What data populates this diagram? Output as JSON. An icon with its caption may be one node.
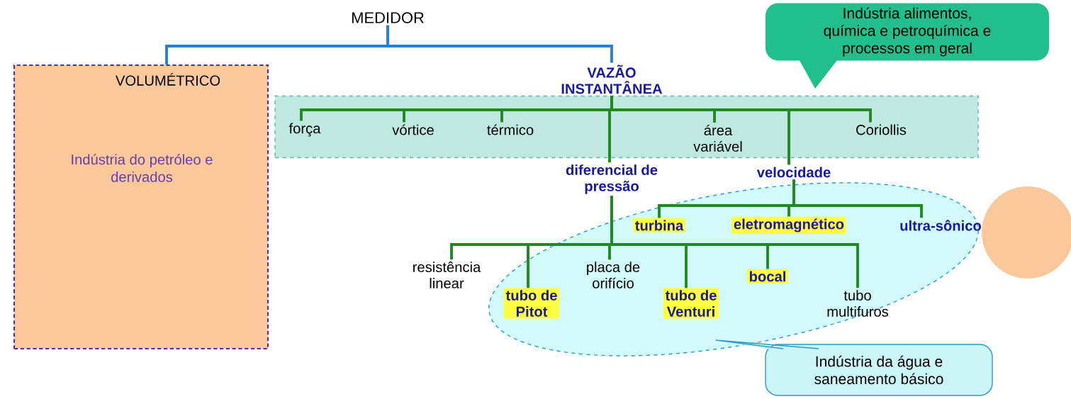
{
  "diagram": {
    "nodes": [
      {
        "text": [
          "MEDIDOR"
        ]
      },
      {
        "text": [
          "VOLUMÉTRICO",
          "Indústria do petróleo e derivados"
        ]
      },
      {
        "text": [
          "VAZÃO INSTANTÂNEA"
        ]
      },
      {
        "text": [],
        "shape": "box"
      },
      {
        "text": [
          "força"
        ],
        "in": 3
      },
      {
        "text": [
          "vórtice"
        ],
        "in": 3
      },
      {
        "text": [
          "térmico"
        ],
        "in": 3
      },
      {
        "text": [
          "área variável"
        ],
        "in": 3
      },
      {
        "text": [
          "Coriollis"
        ],
        "in": 3
      },
      {
        "text": [
          "diferencial de pressão"
        ]
      },
      {
        "text": [
          "velocidade"
        ]
      },
      {
        "text": [],
        "shape": "ellipse"
      },
      {
        "text": [
          "turbina"
        ],
        "in": 11
      },
      {
        "text": [
          "eletromagnético"
        ],
        "in": 11
      },
      {
        "text": [
          "ultra-sônico"
        ],
        "in": 11
      },
      {
        "text": [
          "resistência linear"
        ]
      },
      {
        "text": [
          "tubo de Pitot"
        ],
        "in": 11
      },
      {
        "text": [
          "placa de orifício"
        ],
        "in": 11
      },
      {
        "text": [
          "tubo de Venturi"
        ],
        "in": 11
      },
      {
        "text": [
          "bocal"
        ],
        "in": 11
      },
      {
        "text": [
          "tubo multifuros"
        ],
        "in": 11
      },
      {
        "text": [],
        "shape": "circle"
      },
      {
        "text": [
          "Indústria alimentos, química e petroquímica e processos em geral"
        ]
      },
      {
        "text": [
          "Indústria da água e saneamento básico"
        ]
      }
    ],
    "edges": [
      {
        "from": 0,
        "to": 1,
        "arrow": "none",
        "color": "#2a7fd4"
      },
      {
        "from": 0,
        "to": 2,
        "arrow": "none",
        "color": "#2a7fd4"
      },
      {
        "from": 2,
        "to": 4,
        "arrow": "none"
      },
      {
        "from": 2,
        "to": 5,
        "arrow": "none"
      },
      {
        "from": 2,
        "to": 6,
        "arrow": "none"
      },
      {
        "from": 2,
        "to": 7,
        "arrow": "none"
      },
      {
        "from": 2,
        "to": 8,
        "arrow": "none"
      },
      {
        "from": 2,
        "to": 9,
        "arrow": "none"
      },
      {
        "from": 2,
        "to": 10,
        "arrow": "none"
      },
      {
        "from": 10,
        "to": 12,
        "arrow": "none"
      },
      {
        "from": 10,
        "to": 13,
        "arrow": "none"
      },
      {
        "from": 10,
        "to": 14,
        "arrow": "none"
      },
      {
        "from": 9,
        "to": 15,
        "arrow": "none"
      },
      {
        "from": 9,
        "to": 16,
        "arrow": "none"
      },
      {
        "from": 9,
        "to": 17,
        "arrow": "none"
      },
      {
        "from": 9,
        "to": 18,
        "arrow": "none"
      },
      {
        "from": 9,
        "to": 19,
        "arrow": "none"
      },
      {
        "from": 9,
        "to": 20,
        "arrow": "none"
      }
    ]
  }
}
